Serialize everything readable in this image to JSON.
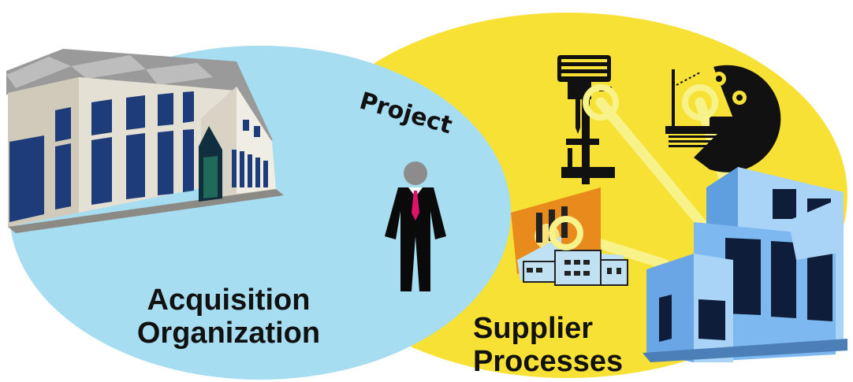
{
  "acquisition_label": {
    "line1": "Acquisition",
    "line2": "Organization"
  },
  "supplier_label": {
    "line1": "Supplier",
    "line2": "Processes"
  },
  "project_label": "Project",
  "colors": {
    "acquisition_circle": "#A6DDF1",
    "supplier_circle": "#F8E135",
    "link": "#F7F28A",
    "supplier_building": "#7DB8F0"
  },
  "icons": [
    "office-building-icon",
    "person-icon",
    "drill-press-icon",
    "lathe-machine-icon",
    "factory-icon",
    "supplier-building-icon"
  ]
}
